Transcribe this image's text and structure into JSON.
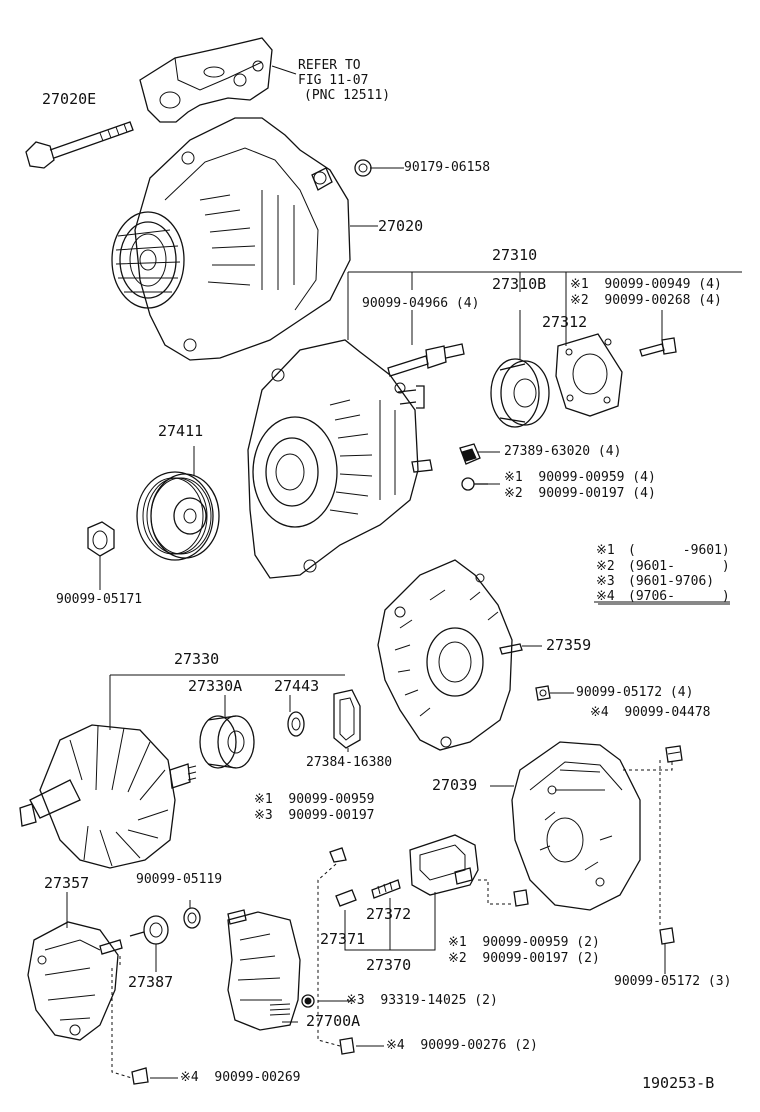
{
  "labels": {
    "refer_to": "REFER TO",
    "fig_ref": "FIG 11-07",
    "pnc_ref": "(PNC 12511)",
    "p27020e": "27020E",
    "p90179": "90179-06158",
    "p27020": "27020",
    "p27310": "27310",
    "p90099_04966": "90099-04966 (4)",
    "p27310b": "27310B",
    "p90099_00949": "※1  90099-00949 (4)",
    "p90099_00268": "※2  90099-00268 (4)",
    "p27312": "27312",
    "p27411": "27411",
    "p27389": "27389-63020 (4)",
    "p90099_00959_4": "※1  90099-00959 (4)",
    "p90099_00197_4": "※2  90099-00197 (4)",
    "p90099_05171": "90099-05171",
    "p27359": "27359",
    "p27330": "27330",
    "p27330a": "27330A",
    "p27443": "27443",
    "p90099_05172_4": "90099-05172 (4)",
    "p90099_04478": "※4  90099-04478",
    "p27384": "27384-16380",
    "p27039": "27039",
    "p90099_00959_a": "※1  90099-00959",
    "p90099_00197_a": "※3  90099-00197",
    "p27357": "27357",
    "p90099_05119": "90099-05119",
    "p27372": "27372",
    "p27371": "27371",
    "p27370": "27370",
    "p90099_00959_2": "※1  90099-00959 (2)",
    "p90099_00197_2": "※2  90099-00197 (2)",
    "p27387": "27387",
    "p90099_05172_3": "90099-05172 (3)",
    "p93319": "※3  93319-14025 (2)",
    "p27700a": "27700A",
    "p90099_00276": "※4  90099-00276 (2)",
    "p90099_00269": "※4  90099-00269",
    "figure_id": "190253-B"
  },
  "legend": [
    {
      "mark": "※1",
      "range": "(      -9601)"
    },
    {
      "mark": "※2",
      "range": "(9601-      )"
    },
    {
      "mark": "※3",
      "range": "(9601-9706)"
    },
    {
      "mark": "※4",
      "range": "(9706-      )"
    }
  ]
}
